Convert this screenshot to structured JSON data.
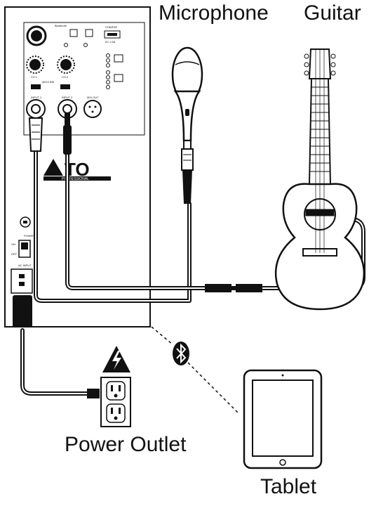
{
  "labels": {
    "microphone": "Microphone",
    "guitar": "Guitar",
    "power_outlet": "Power Outlet",
    "tablet": "Tablet"
  },
  "speaker": {
    "brand": "TO",
    "brand_sub": "PROFESSIONAL",
    "bluetooth": "Bluetooth",
    "ch1": "CH 1",
    "ch2": "CH 2",
    "input1": "INPUT 1",
    "input2": "INPUT 2",
    "mix_out": "MIX OUT",
    "power": "POWER",
    "on": "ON",
    "off": "OFF",
    "ac_input": "AC INPUT",
    "charge": "CHARGE",
    "usb": "5V 1.5A",
    "mic_line": "MIC/LINE"
  },
  "colors": {
    "line": "#111111",
    "background": "#ffffff"
  }
}
